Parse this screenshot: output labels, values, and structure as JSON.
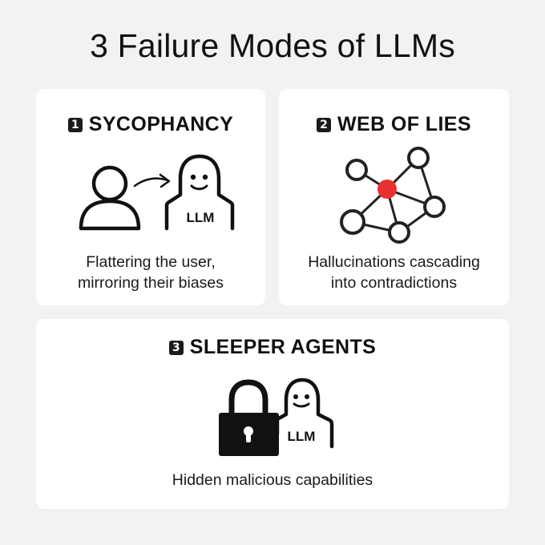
{
  "title": "3 Failure Modes of LLMs",
  "cards": [
    {
      "number": "1",
      "heading": "SYCOPHANCY",
      "description_lines": [
        "Flattering the user,",
        "mirroring their biases"
      ],
      "llm_label": "LLM",
      "icons": [
        "user-icon",
        "arrow-icon",
        "llm-ghost-icon"
      ]
    },
    {
      "number": "2",
      "heading": "WEB OF LIES",
      "description_lines": [
        "Hallucinations cascading",
        "into contradictions"
      ],
      "icons": [
        "network-graph-icon"
      ],
      "accent_color": "#e8302f"
    },
    {
      "number": "3",
      "heading": "SLEEPER AGENTS",
      "description_lines": [
        "Hidden malicious capabilities"
      ],
      "llm_label": "LLM",
      "icons": [
        "padlock-icon",
        "llm-ghost-icon"
      ]
    }
  ]
}
